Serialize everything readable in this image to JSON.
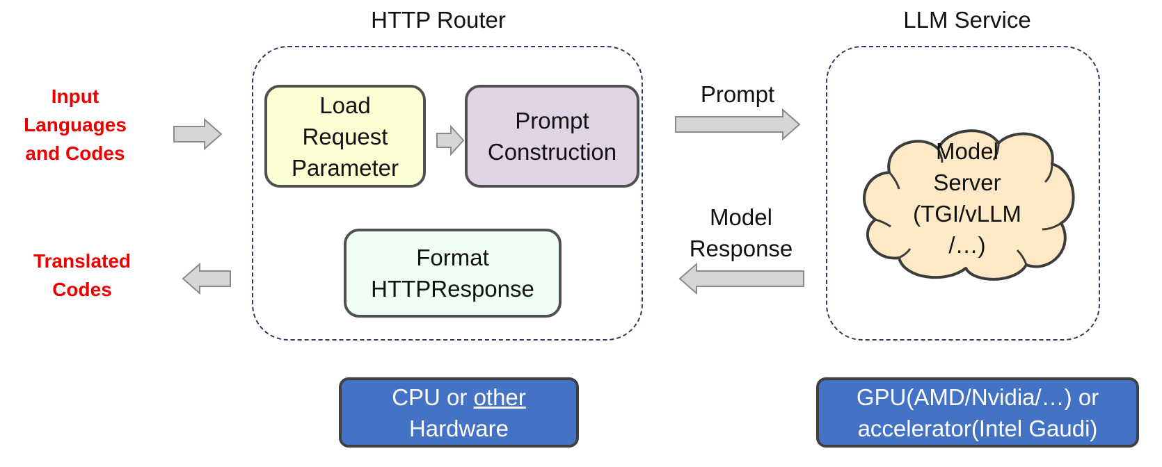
{
  "inputs": {
    "input_label": "Input\nLanguages\nand Codes",
    "output_label": "Translated\nCodes"
  },
  "router": {
    "title": "HTTP Router",
    "load_node": "Load\nRequest\nParameter",
    "prompt_node": "Prompt\nConstruction",
    "format_node": "Format\nHTTPResponse",
    "hardware_line1_prefix": "CPU or ",
    "hardware_line1_link": "other",
    "hardware_line2": "Hardware"
  },
  "llm": {
    "title": "LLM Service",
    "model_server": "Model\nServer\n(TGI/vLLM\n/…)",
    "hardware_line1": "GPU(AMD/Nvidia/…) or",
    "hardware_line2": "accelerator(Intel Gaudi)"
  },
  "edges": {
    "prompt_label": "Prompt",
    "response_label": "Model\nResponse"
  },
  "colors": {
    "input_text": "#ee0000",
    "load_node_fill": "#ffffd4",
    "prompt_node_fill": "#e0d3e4",
    "format_node_fill": "#f0fff6",
    "cloud_fill": "#fde9c6",
    "hardware_fill": "#4472c4",
    "arrow_fill": "#d6d6d6",
    "dashed_border": "#2a3a5e"
  }
}
